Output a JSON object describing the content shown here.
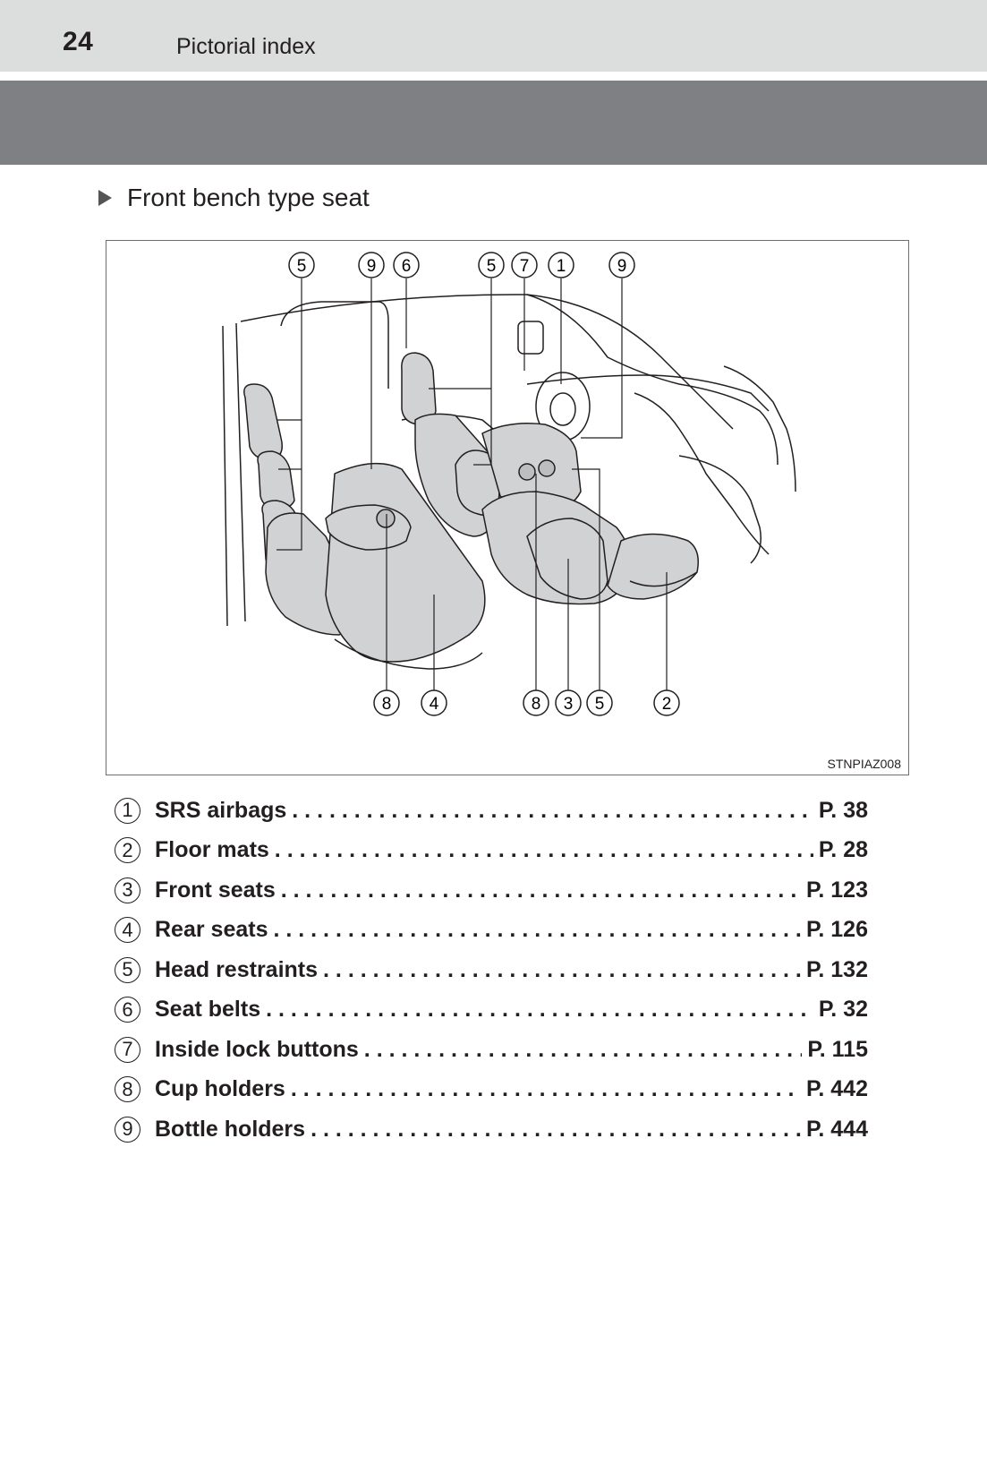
{
  "header": {
    "page_number": "24",
    "section": "Pictorial index"
  },
  "subsection_title": "Front bench type seat",
  "figure": {
    "code": "STNPIAZ008",
    "callouts_top": [
      "5",
      "9",
      "6",
      "5",
      "7",
      "1",
      "9"
    ],
    "callouts_bottom": [
      "8",
      "4",
      "8",
      "3",
      "5",
      "2"
    ]
  },
  "index_items": [
    {
      "num": "1",
      "label": "SRS airbags",
      "page": "P. 38"
    },
    {
      "num": "2",
      "label": "Floor mats",
      "page": "P. 28"
    },
    {
      "num": "3",
      "label": "Front seats",
      "page": "P. 123"
    },
    {
      "num": "4",
      "label": "Rear seats",
      "page": "P. 126"
    },
    {
      "num": "5",
      "label": "Head restraints",
      "page": "P. 132"
    },
    {
      "num": "6",
      "label": "Seat belts",
      "page": "P. 32"
    },
    {
      "num": "7",
      "label": "Inside lock buttons",
      "page": "P. 115"
    },
    {
      "num": "8",
      "label": "Cup holders",
      "page": "P. 442"
    },
    {
      "num": "9",
      "label": "Bottle holders",
      "page": "P. 444"
    }
  ]
}
